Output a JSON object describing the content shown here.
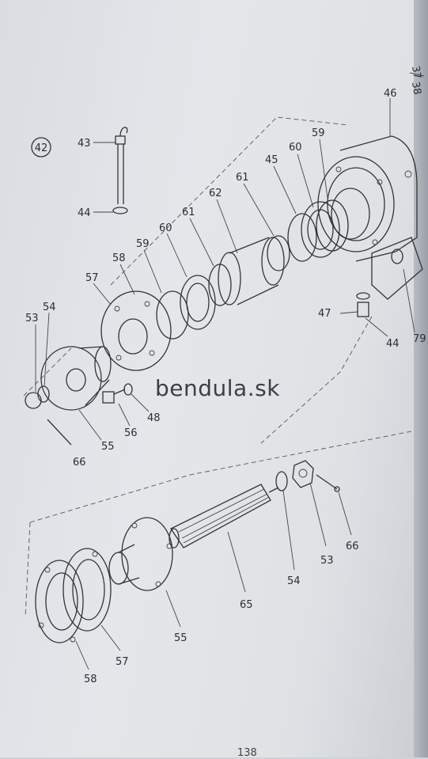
{
  "figure_number": "42",
  "corner_ref_top": "37",
  "corner_ref_bottom": "38",
  "watermark": "bendula.sk",
  "page_number": "138",
  "upper_labels": {
    "l43": "43",
    "l44a": "44",
    "l46": "46",
    "l59a": "59",
    "l60a": "60",
    "l45": "45",
    "l61a": "61",
    "l62": "62",
    "l61b": "61",
    "l60b": "60",
    "l59b": "59",
    "l58": "58",
    "l57": "57",
    "l54": "54",
    "l53": "53",
    "l47": "47",
    "l44b": "44",
    "l79": "79",
    "l48": "48",
    "l56": "56",
    "l55": "55",
    "l66": "66"
  },
  "lower_labels": {
    "l66": "66",
    "l53": "53",
    "l54": "54",
    "l65": "65",
    "l55": "55",
    "l57": "57",
    "l58": "58"
  },
  "colors": {
    "ink": "#2a2d33",
    "paper": "#e2e5e8"
  }
}
